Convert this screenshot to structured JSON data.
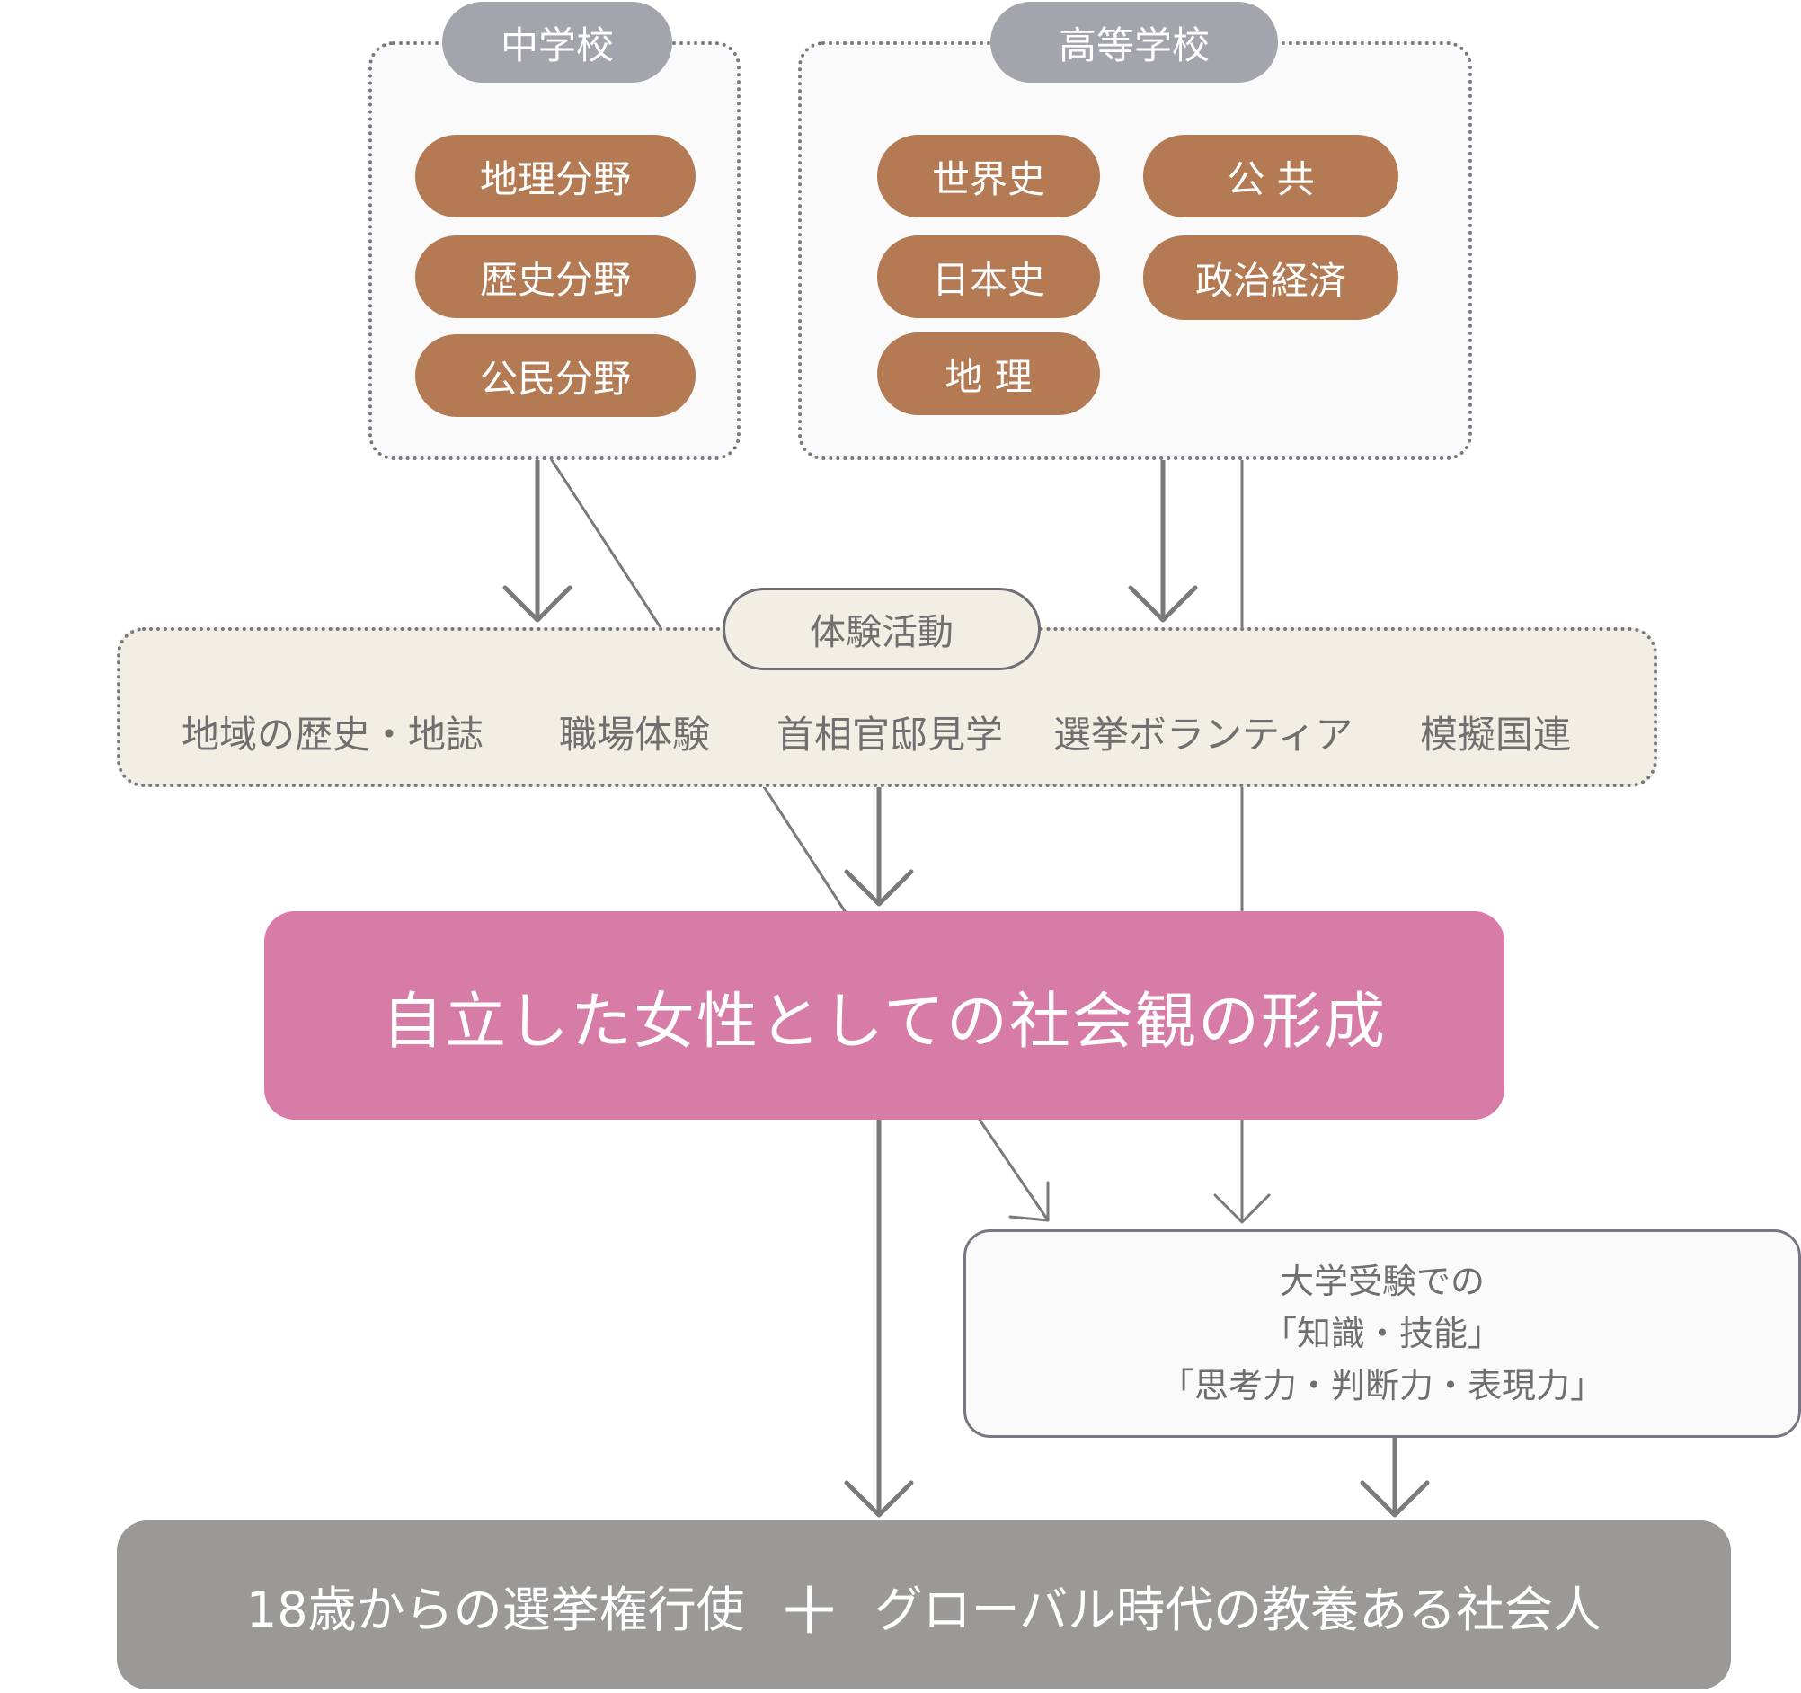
{
  "junior_high": {
    "label": "中学校",
    "subjects": [
      "地理分野",
      "歴史分野",
      "公民分野"
    ]
  },
  "high_school": {
    "label": "高等学校",
    "subjects": [
      "世界史",
      "公 共",
      "日本史",
      "政治経済",
      "地 理"
    ]
  },
  "experience": {
    "label": "体験活動",
    "items": [
      "地域の歴史・地誌",
      "職場体験",
      "首相官邸見学",
      "選挙ボランティア",
      "模擬国連"
    ]
  },
  "goal": "自立した女性としての社会観の形成",
  "exam": {
    "lines": [
      "大学受験での",
      "「知識・技能」",
      "「思考力・判断力・表現力」"
    ]
  },
  "result": {
    "left": "18歳からの選挙権行使",
    "plus": "＋",
    "right": "グローバル時代の教養ある社会人"
  },
  "colors": {
    "subject_pill": "#b37a54",
    "group_label": "#a4a4ad",
    "experience_bg": "#f1efe3",
    "goal_bg": "#d77ba7",
    "result_bg": "#9a9998",
    "connector": "#7a7a7a"
  }
}
